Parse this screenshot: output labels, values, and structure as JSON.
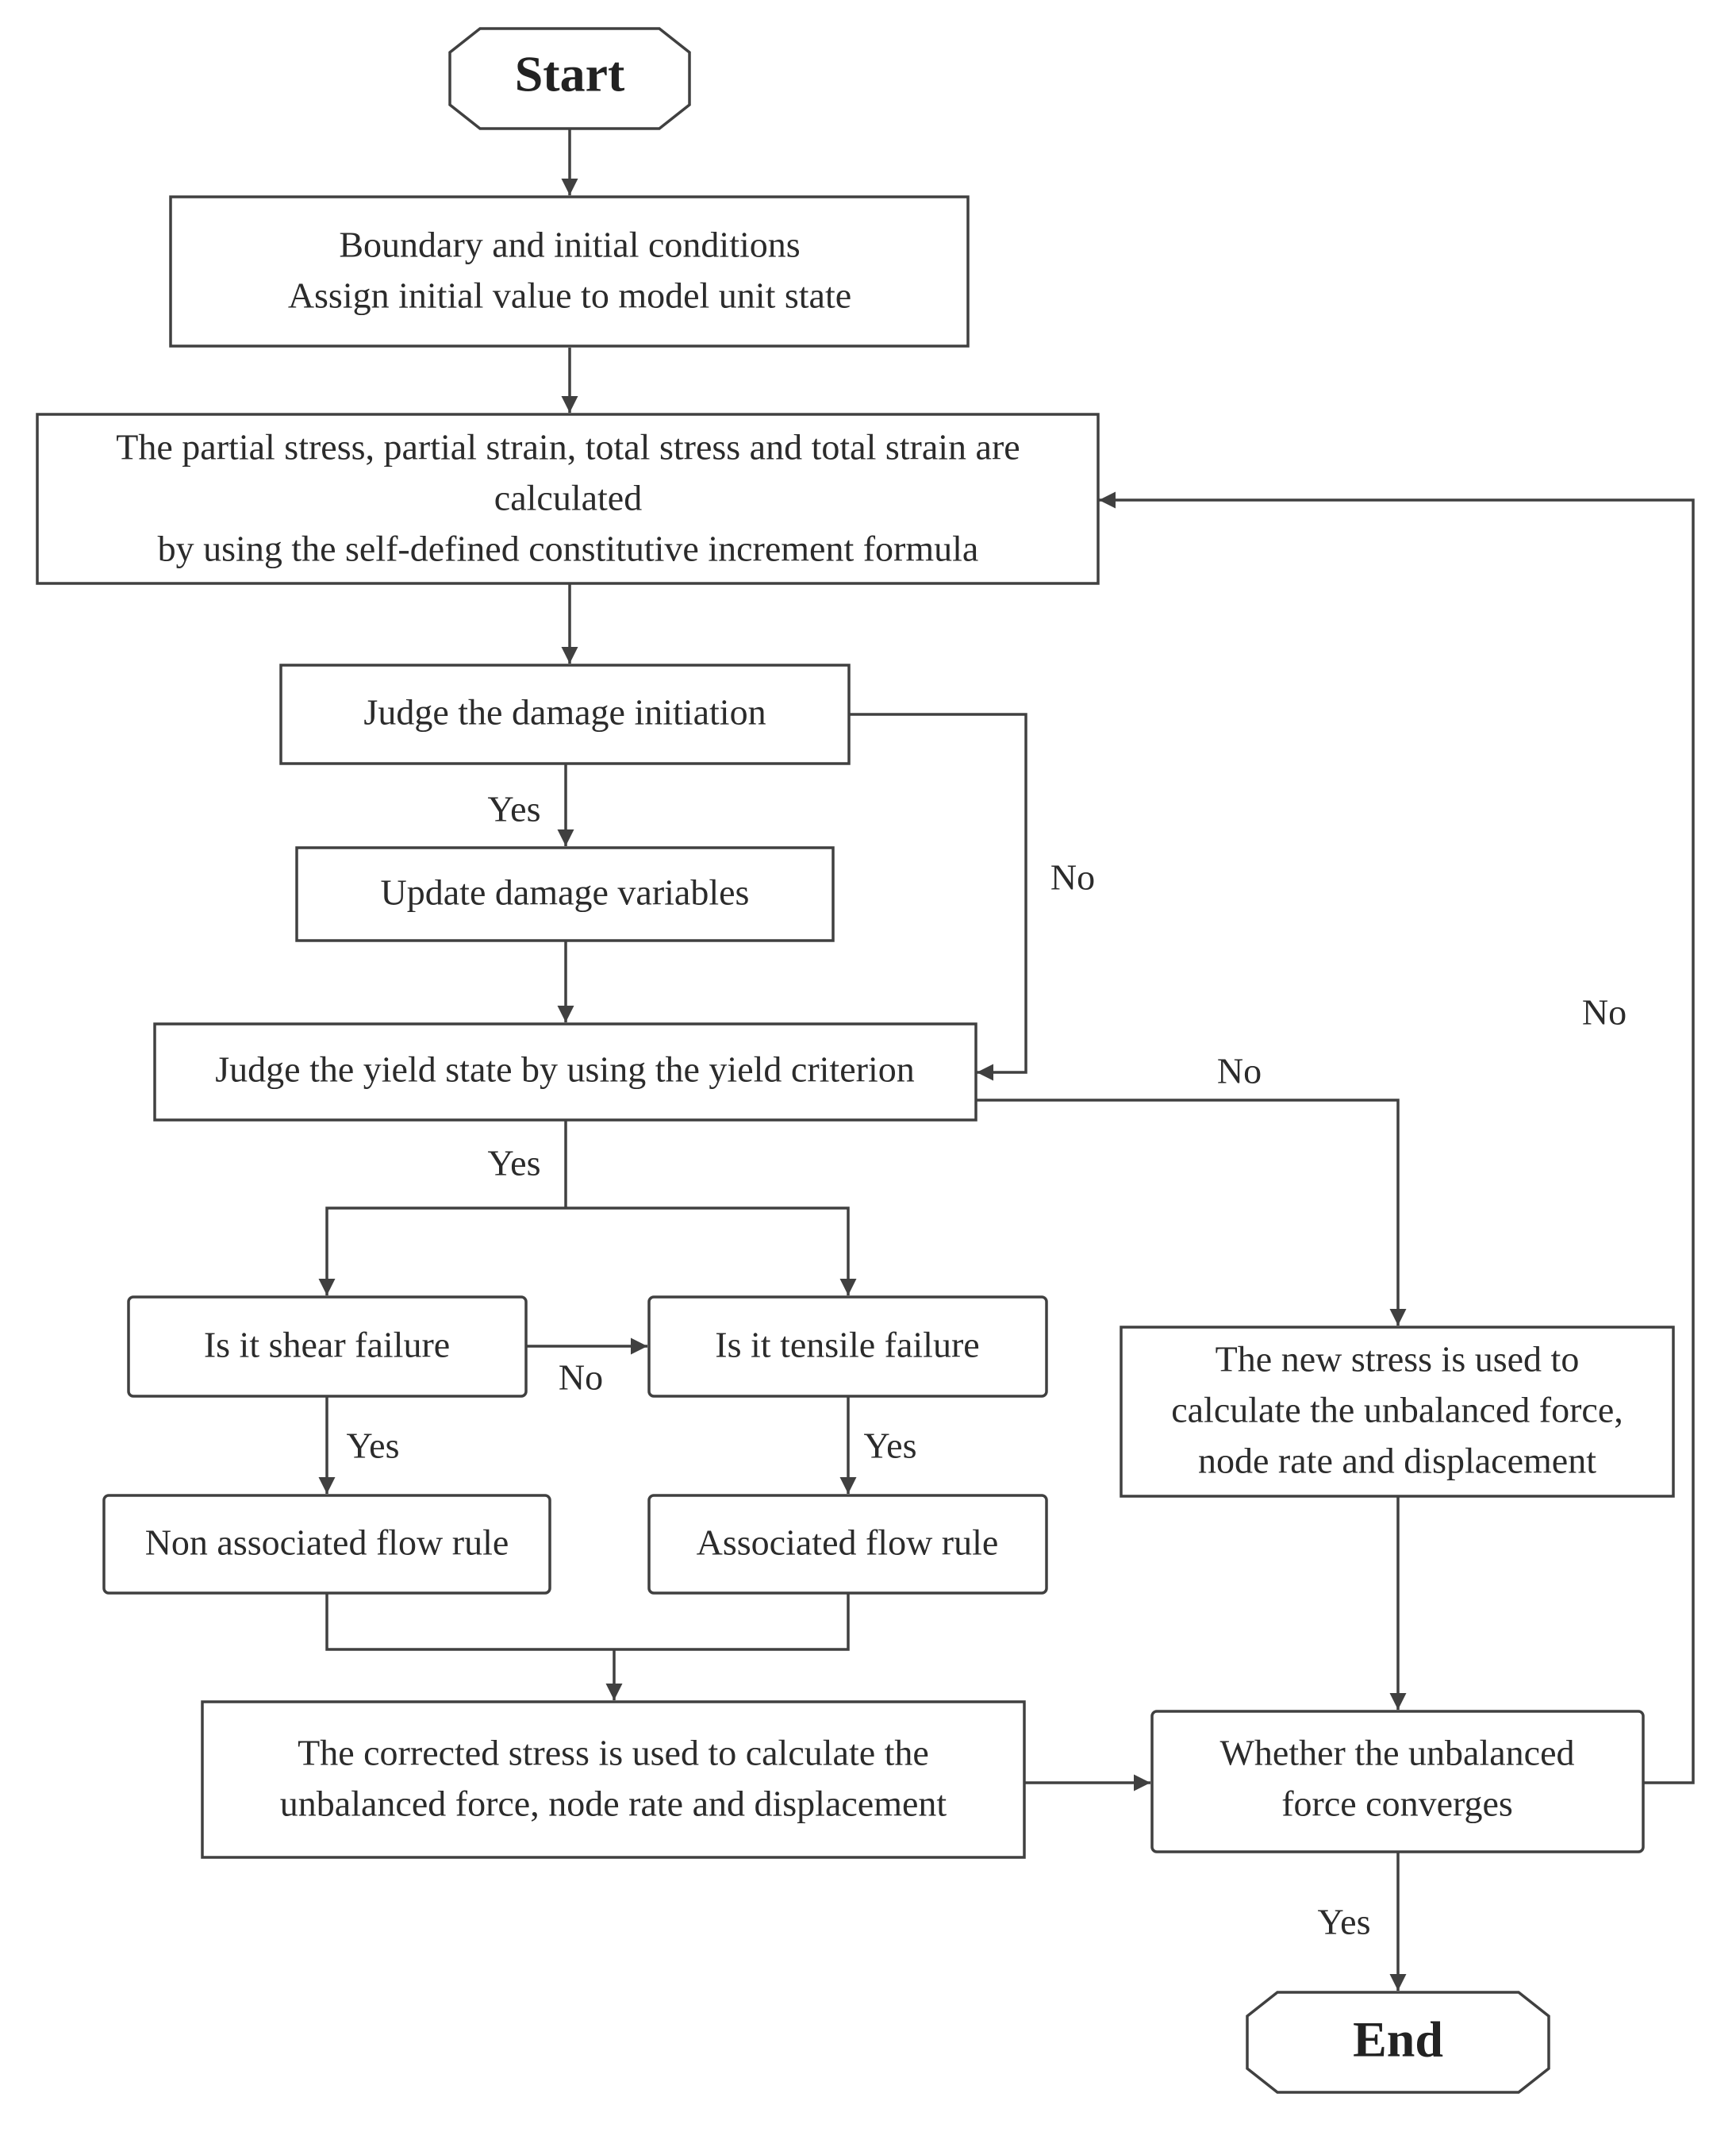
{
  "nodes": {
    "start": "Start",
    "init": [
      "Boundary and initial conditions",
      "Assign initial value to model unit state"
    ],
    "calc": [
      "The partial stress, partial strain, total stress and total strain are",
      "calculated",
      "by using the self-defined constitutive increment formula"
    ],
    "damage_judge": "Judge the damage initiation",
    "update_damage": "Update damage variables",
    "yield_judge": "Judge the yield state by using the yield criterion",
    "shear": "Is it shear failure",
    "tensile": "Is it tensile failure",
    "non_assoc": "Non associated flow rule",
    "assoc": "Associated flow rule",
    "new_stress": [
      "The new stress is used to",
      "calculate the unbalanced force,",
      "node rate and displacement"
    ],
    "corrected": [
      "The corrected stress is used to calculate the",
      "unbalanced force, node rate and displacement"
    ],
    "converge": [
      "Whether the unbalanced",
      "force converges"
    ],
    "end": "End"
  },
  "labels": {
    "damage_yes": "Yes",
    "damage_no": "No",
    "yield_yes": "Yes",
    "yield_no": "No",
    "shear_no": "No",
    "shear_yes": "Yes",
    "tensile_yes": "Yes",
    "converge_no": "No",
    "converge_yes": "Yes"
  },
  "colors": {
    "stroke": "#404040",
    "text": "#2b2b2b",
    "background": "#ffffff"
  }
}
